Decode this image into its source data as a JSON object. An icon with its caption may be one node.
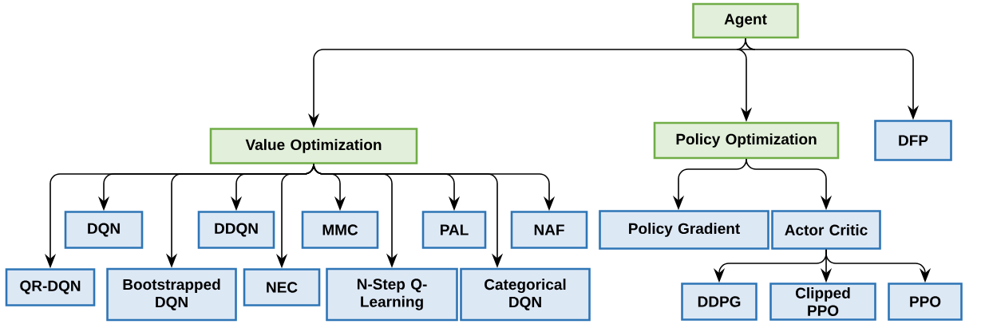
{
  "diagram": {
    "nodes": [
      {
        "text": [
          "Agent"
        ]
      },
      {
        "text": [
          "Value Optimization"
        ]
      },
      {
        "text": [
          "Policy Optimization"
        ]
      },
      {
        "text": [
          "DFP"
        ]
      },
      {
        "text": [
          "DQN"
        ]
      },
      {
        "text": [
          "DDQN"
        ]
      },
      {
        "text": [
          "MMC"
        ]
      },
      {
        "text": [
          "PAL"
        ]
      },
      {
        "text": [
          "NAF"
        ]
      },
      {
        "text": [
          "QR-DQN"
        ]
      },
      {
        "text": [
          "Bootstrapped DQN"
        ]
      },
      {
        "text": [
          "NEC"
        ]
      },
      {
        "text": [
          "N-Step Q-Learning"
        ]
      },
      {
        "text": [
          "Categorical DQN"
        ]
      },
      {
        "text": [
          "Policy Gradient"
        ]
      },
      {
        "text": [
          "Actor Critic"
        ]
      },
      {
        "text": [
          "DDPG"
        ]
      },
      {
        "text": [
          "Clipped PPO"
        ]
      },
      {
        "text": [
          "PPO"
        ]
      }
    ],
    "edges": [
      {
        "from": 0,
        "to": 1,
        "arrow": "to"
      },
      {
        "from": 0,
        "to": 2,
        "arrow": "to"
      },
      {
        "from": 0,
        "to": 3,
        "arrow": "to"
      },
      {
        "from": 1,
        "to": 4,
        "arrow": "to"
      },
      {
        "from": 1,
        "to": 5,
        "arrow": "to"
      },
      {
        "from": 1,
        "to": 6,
        "arrow": "to"
      },
      {
        "from": 1,
        "to": 7,
        "arrow": "to"
      },
      {
        "from": 1,
        "to": 8,
        "arrow": "to"
      },
      {
        "from": 1,
        "to": 9,
        "arrow": "to"
      },
      {
        "from": 1,
        "to": 10,
        "arrow": "to"
      },
      {
        "from": 1,
        "to": 11,
        "arrow": "to"
      },
      {
        "from": 1,
        "to": 12,
        "arrow": "to"
      },
      {
        "from": 1,
        "to": 13,
        "arrow": "to"
      },
      {
        "from": 2,
        "to": 14,
        "arrow": "to"
      },
      {
        "from": 2,
        "to": 15,
        "arrow": "to"
      },
      {
        "from": 15,
        "to": 16,
        "arrow": "to"
      },
      {
        "from": 15,
        "to": 17,
        "arrow": "to"
      },
      {
        "from": 15,
        "to": 18,
        "arrow": "to"
      }
    ]
  }
}
